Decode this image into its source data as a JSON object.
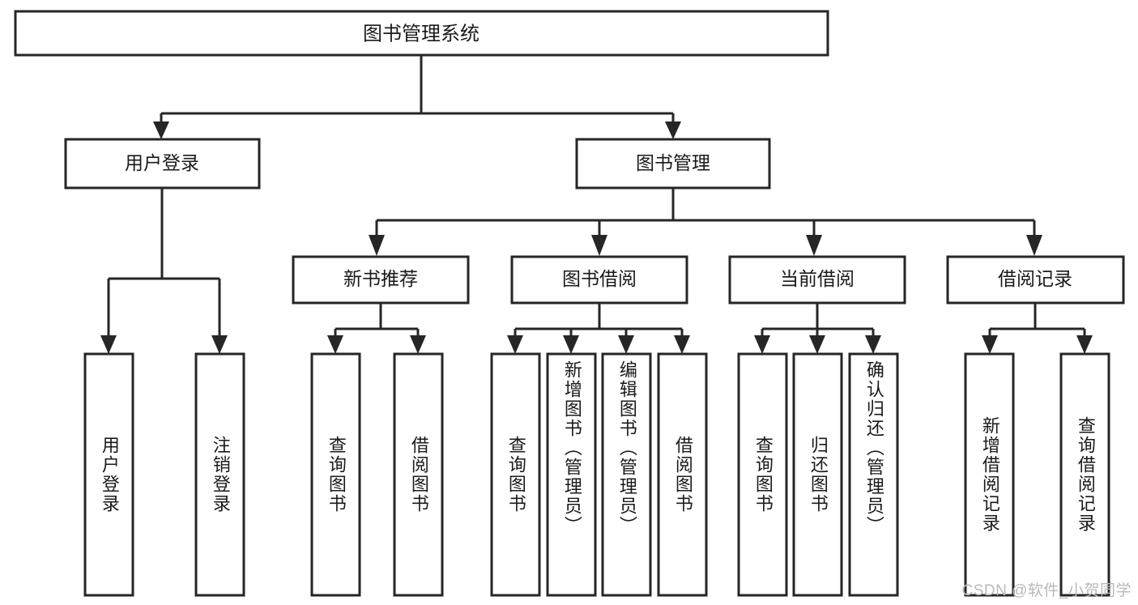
{
  "diagram": {
    "title": "图书管理系统",
    "type": "hierarchy-tree",
    "orientation": "top-down",
    "colors": {
      "stroke": "#262626",
      "fill": "#ffffff",
      "text": "#1a1a1a",
      "watermark": "#b9b9b9"
    },
    "levels": {
      "root": {
        "label": "图书管理系统"
      },
      "level2": [
        {
          "label": "用户登录"
        },
        {
          "label": "图书管理"
        }
      ],
      "level3": [
        {
          "label": "新书推荐"
        },
        {
          "label": "图书借阅"
        },
        {
          "label": "当前借阅"
        },
        {
          "label": "借阅记录"
        }
      ],
      "leaves": {
        "user_login": [
          {
            "label": "用户登录"
          },
          {
            "label": "注销登录"
          }
        ],
        "new_book_recommend": [
          {
            "label": "查询图书"
          },
          {
            "label": "借阅图书"
          }
        ],
        "book_borrow": [
          {
            "label": "查询图书"
          },
          {
            "label": "新增图书（管理员）"
          },
          {
            "label": "编辑图书（管理员）"
          },
          {
            "label": "借阅图书"
          }
        ],
        "current_borrow": [
          {
            "label": "查询图书"
          },
          {
            "label": "归还图书"
          },
          {
            "label": "确认归还（管理员）"
          }
        ],
        "borrow_record": [
          {
            "label": "新增借阅记录"
          },
          {
            "label": "查询借阅记录"
          }
        ]
      }
    }
  },
  "watermark": {
    "text": "CSDN @软件_小贺同学"
  }
}
